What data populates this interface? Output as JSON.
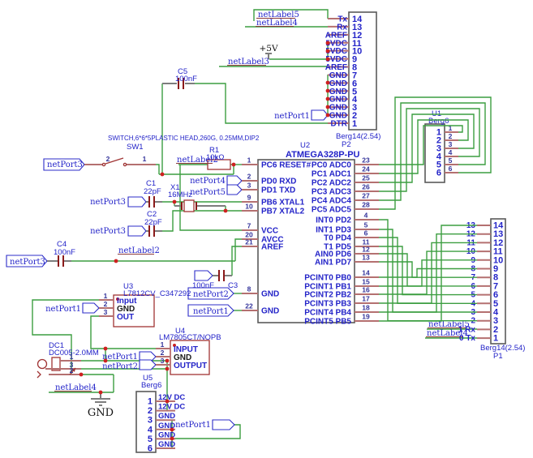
{
  "p2": {
    "ref": "P2",
    "footprint": "Berg14(2.54)",
    "pins": [
      [
        "14",
        "Tx"
      ],
      [
        "13",
        "Rx"
      ],
      [
        "12",
        "AREF"
      ],
      [
        "11",
        "5VDC"
      ],
      [
        "10",
        "5VDC"
      ],
      [
        "9",
        "5VDC"
      ],
      [
        "8",
        "AREF"
      ],
      [
        "7",
        "GND"
      ],
      [
        "6",
        "GND"
      ],
      [
        "5",
        "GND"
      ],
      [
        "4",
        "GND"
      ],
      [
        "3",
        "GND"
      ],
      [
        "2",
        "GND"
      ],
      [
        "1",
        "DTR"
      ]
    ]
  },
  "p1": {
    "ref": "P1",
    "footprint": "Berg14(2.54)",
    "pins": [
      [
        "14",
        "13"
      ],
      [
        "13",
        "12"
      ],
      [
        "12",
        "11"
      ],
      [
        "11",
        "10"
      ],
      [
        "10",
        "9"
      ],
      [
        "9",
        "8"
      ],
      [
        "8",
        "7"
      ],
      [
        "7",
        "6"
      ],
      [
        "6",
        "5"
      ],
      [
        "5",
        "4"
      ],
      [
        "4",
        "3"
      ],
      [
        "3",
        "2"
      ],
      [
        "2",
        "1 Rx"
      ],
      [
        "1",
        "0 Tx"
      ]
    ]
  },
  "u1": {
    "ref": "U1",
    "name": "Berg6",
    "pins": [
      "1",
      "2",
      "3",
      "4",
      "5",
      "6"
    ]
  },
  "u2": {
    "ref": "U2",
    "name": "ATMEGA328P-PU",
    "left_pins": [
      [
        "1",
        "PC6 RESET#"
      ],
      [
        "2",
        "PD0 RXD"
      ],
      [
        "3",
        "PD1 TXD"
      ],
      [
        "9",
        "PB6 XTAL1"
      ],
      [
        "10",
        "PB7 XTAL2"
      ],
      [
        "7",
        "VCC"
      ],
      [
        "20",
        "AVCC"
      ],
      [
        "21",
        "AREF"
      ],
      [
        "8",
        "GND"
      ],
      [
        "22",
        "GND"
      ]
    ],
    "right_pins": [
      [
        "23",
        "PC0 ADC0"
      ],
      [
        "24",
        "PC1 ADC1"
      ],
      [
        "25",
        "PC2 ADC2"
      ],
      [
        "26",
        "PC3 ADC3"
      ],
      [
        "27",
        "PC4 ADC4"
      ],
      [
        "28",
        "PC5 ADC5"
      ],
      [
        "4",
        "INT0 PD2"
      ],
      [
        "5",
        "INT1 PD3"
      ],
      [
        "6",
        "T0 PD4"
      ],
      [
        "11",
        "T1 PD5"
      ],
      [
        "12",
        "AIN0 PD6"
      ],
      [
        "13",
        "AIN1 PD7"
      ],
      [
        "14",
        "PCINT0 PB0"
      ],
      [
        "15",
        "PCINT1 PB1"
      ],
      [
        "16",
        "PCINT2 PB2"
      ],
      [
        "17",
        "PCINT3 PB3"
      ],
      [
        "18",
        "PCINT4 PB4"
      ],
      [
        "19",
        "PCINT5 PB5"
      ]
    ]
  },
  "u3": {
    "ref": "U3",
    "name": "L7812CV_C347292",
    "pins": [
      [
        "1",
        "Input"
      ],
      [
        "2",
        "GND"
      ],
      [
        "3",
        "OUT"
      ]
    ]
  },
  "u4": {
    "ref": "U4",
    "name": "LM7805CT/NOPB",
    "pins": [
      [
        "1",
        "INPUT"
      ],
      [
        "2",
        "GND"
      ],
      [
        "3",
        "OUTPUT"
      ]
    ]
  },
  "u5": {
    "ref": "U5",
    "name": "Berg6",
    "pins": [
      [
        "1",
        "12V DC"
      ],
      [
        "2",
        "12V DC"
      ],
      [
        "3",
        "GND"
      ],
      [
        "4",
        "GND"
      ],
      [
        "5",
        "GND"
      ],
      [
        "6",
        "GND"
      ]
    ]
  },
  "dc1": {
    "ref": "DC1",
    "name": "DC005-2.0MM",
    "pins": [
      "1",
      "3",
      "2"
    ]
  },
  "sw1": {
    "ref": "SW1",
    "desc": "SWITCH,6*6*5PLASTIC HEAD,260G, 0.25MM,DIP2",
    "pins": [
      "2",
      "1"
    ]
  },
  "r1": {
    "ref": "R1",
    "value": "10kΩ"
  },
  "c1": {
    "ref": "C1",
    "value": "22pF"
  },
  "c2": {
    "ref": "C2",
    "value": "22pF"
  },
  "c3": {
    "ref": "C3",
    "value": "100nF"
  },
  "c4": {
    "ref": "C4",
    "value": "100nF"
  },
  "c5": {
    "ref": "C5",
    "value": "100nF"
  },
  "x1": {
    "ref": "X1",
    "value": "16MHz"
  },
  "power": {
    "plus5v": "+5V",
    "gnd": "GND"
  },
  "net_labels": {
    "label2": "netLabel2",
    "label3": "netLabel3",
    "label4": "netLabel4",
    "label5": "netLabel5"
  },
  "net_ports": {
    "port1": "netPort1",
    "port2": "netPort2",
    "port3": "netPort3",
    "port4": "netPort4",
    "port5": "netPort5"
  }
}
